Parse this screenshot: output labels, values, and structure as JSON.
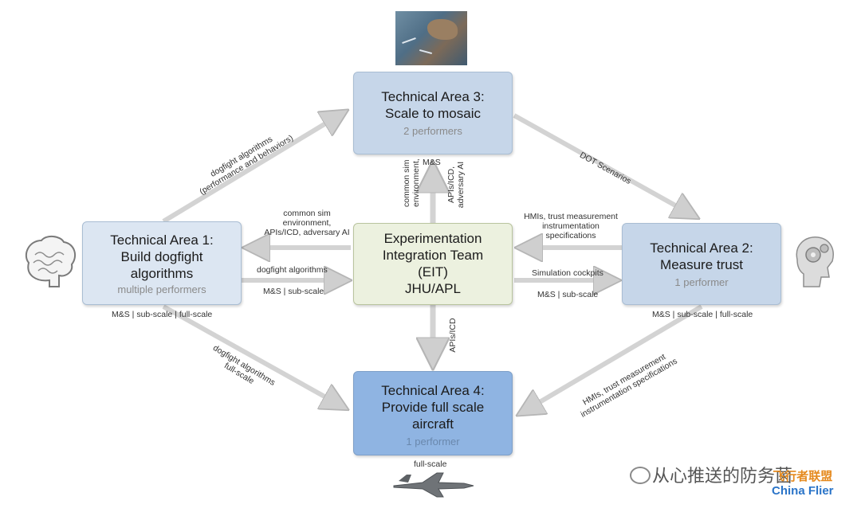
{
  "ta3": {
    "title1": "Technical Area 3:",
    "title2": "Scale to mosaic",
    "sub": "2 performers"
  },
  "ta1": {
    "title1": "Technical Area 1:",
    "title2": "Build dogfight",
    "title3": "algorithms",
    "sub": "multiple performers"
  },
  "eit": {
    "l1": "Experimentation",
    "l2": "Integration Team",
    "l3": "(EIT)",
    "l4": "JHU/APL"
  },
  "ta2": {
    "title1": "Technical Area 2:",
    "title2": "Measure trust",
    "sub": "1 performer"
  },
  "ta4": {
    "title1": "Technical Area 4:",
    "title2": "Provide full scale",
    "title3": "aircraft",
    "sub": "1 performer"
  },
  "labels": {
    "ta1_to_ta3_l1": "dogfight algorithms",
    "ta1_to_ta3_l2": "(performance and behaviors)",
    "ta3_to_ta2": "DOT Scenarios",
    "eit_up_common_l1": "common sim",
    "eit_up_common_l2": "environment,",
    "eit_up_ms": "M&S",
    "eit_up_apis_l1": "APIs/ICD,",
    "eit_up_apis_l2": "adversary AI",
    "eit_to_ta1_l1": "common sim",
    "eit_to_ta1_l2": "environment,",
    "eit_to_ta1_l3": "APIs/ICD, adversary AI",
    "ta1_to_eit_top": "dogfight algorithms",
    "ta1_to_eit_bottom": "M&S | sub-scale",
    "ta2_to_eit_l1": "HMIs, trust measurement",
    "ta2_to_eit_l2": "instrumentation",
    "ta2_to_eit_l3": "specifications",
    "eit_to_ta2_top": "Simulation cockpits",
    "eit_to_ta2_bottom": "M&S | sub-scale",
    "eit_to_ta4": "APIs/ICD",
    "ta1_bottom": "M&S | sub-scale | full-scale",
    "ta2_bottom": "M&S | sub-scale | full-scale",
    "ta1_to_ta4_l1": "dogfight algorithms",
    "ta1_to_ta4_l2": "full-scale",
    "ta2_to_ta4_l1": "HMIs, trust measurement",
    "ta2_to_ta4_l2": "instrumentation specifications",
    "ta4_bottom": "full-scale"
  },
  "watermark": {
    "text": "从心推送的防务菌",
    "brand1": "飞行者联盟",
    "brand2": "China Flier"
  },
  "icons": [
    "satellite-map-image",
    "brain-icon",
    "head-gears-icon",
    "fighter-jet-image"
  ],
  "colors": {
    "ta3": "#c5d5e8",
    "ta1": "#dbe5f1",
    "eit": "#ebf1dd",
    "ta2": "#c5d5e8",
    "ta4": "#8eb4e3",
    "arrow": "#d2d2d2"
  }
}
